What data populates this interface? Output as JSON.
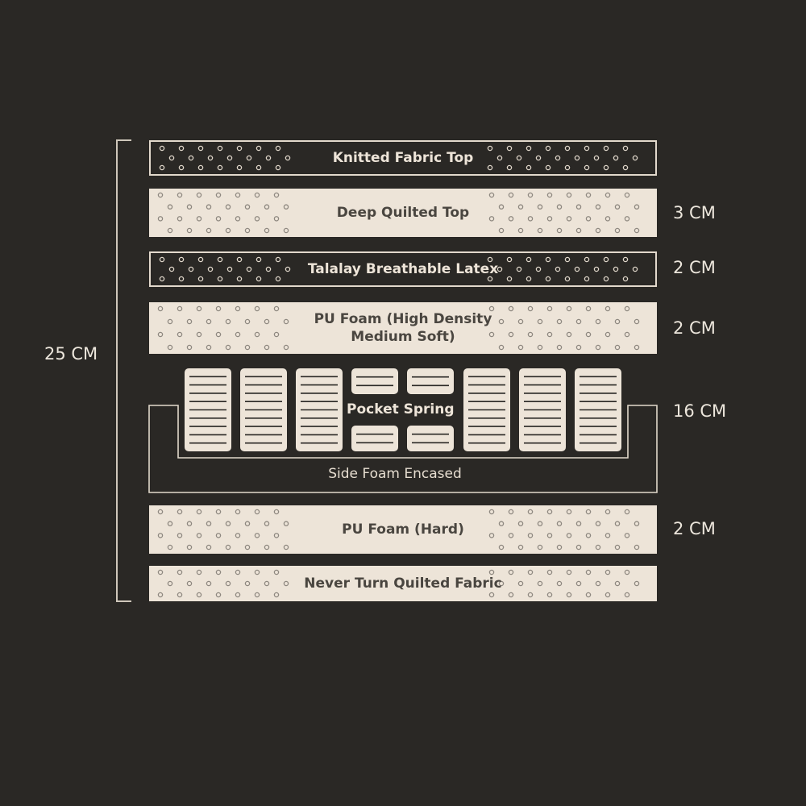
{
  "total": {
    "label": "25 CM"
  },
  "layers": [
    {
      "id": "knitted-fabric-top",
      "name": "Knitted Fabric Top",
      "thickness": "",
      "style": "dark"
    },
    {
      "id": "deep-quilted-top",
      "name": "Deep Quilted Top",
      "thickness": "3 CM",
      "style": "light"
    },
    {
      "id": "talalay-latex",
      "name": "Talalay Breathable Latex",
      "thickness": "2 CM",
      "style": "dark"
    },
    {
      "id": "pu-foam-high-density",
      "name": "PU Foam (High Density\nMedium Soft)",
      "thickness": "2 CM",
      "style": "light"
    },
    {
      "id": "pu-foam-hard",
      "name": "PU Foam (Hard)",
      "thickness": "2 CM",
      "style": "light"
    },
    {
      "id": "never-turn-quilted-fabric",
      "name": "Never Turn Quilted Fabric",
      "thickness": "",
      "style": "light"
    }
  ],
  "spring": {
    "label": "Pocket Spring",
    "thickness": "16 CM",
    "side_label": "Side Foam Encased"
  },
  "colors": {
    "background": "#2a2825",
    "panel": "#ede4d8",
    "outline": "#e2d9cc",
    "dot": "#8d877f",
    "text_light": "#ece6dc"
  }
}
